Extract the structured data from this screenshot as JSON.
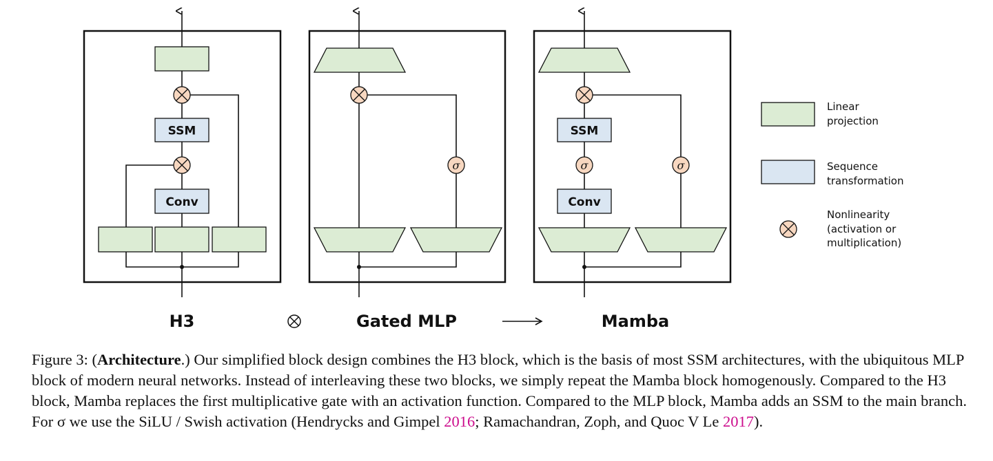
{
  "panels": {
    "h3": {
      "title": "H3",
      "ssm_label": "SSM",
      "conv_label": "Conv"
    },
    "gated_mlp": {
      "title": "Gated MLP",
      "sigma": "σ"
    },
    "mamba": {
      "title": "Mamba",
      "ssm_label": "SSM",
      "conv_label": "Conv",
      "sigma": "σ"
    }
  },
  "operators": {
    "combine": "⊗",
    "arrow": "⟶"
  },
  "legend": {
    "linear": {
      "line1": "Linear",
      "line2": "projection",
      "color": "#dcecd4"
    },
    "sequence": {
      "line1": "Sequence",
      "line2": "transformation",
      "color": "#dae6f2"
    },
    "nonlinearity": {
      "line1": "Nonlinearity",
      "line2": "(activation or",
      "line3": "multiplication)",
      "color": "#f7d7c0"
    }
  },
  "caption": {
    "prefix": "Figure 3: (",
    "bold": "Architecture",
    "text": ".) Our simplified block design combines the H3 block, which is the basis of most SSM architectures, with the ubiquitous MLP block of modern neural networks. Instead of interleaving these two blocks, we simply repeat the Mamba block homogenously. Compared to the H3 block, Mamba replaces the first multiplicative gate with an activation function. Compared to the MLP block, Mamba adds an SSM to the main branch. For σ we use the SiLU / Swish activation (Hendrycks and Gimpel ",
    "cite1": "2016",
    "mid": "; Ramachandran, Zoph, and Quoc V Le ",
    "cite2": "2017",
    "end": ")."
  }
}
